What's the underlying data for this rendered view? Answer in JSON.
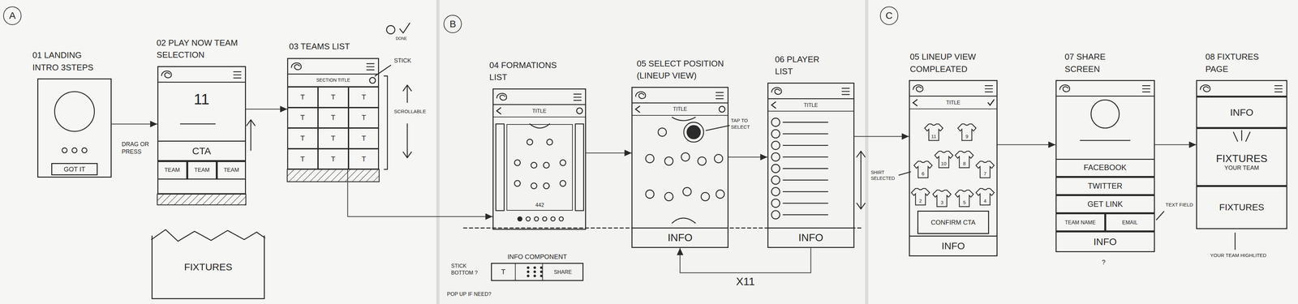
{
  "diagram": {
    "nodes": [
      {
        "text": [
          "01 LANDING INTRO 3STEPS"
        ]
      },
      {
        "text": [
          "GOT IT"
        ],
        "in": 0
      },
      {
        "text": [
          "02 PLAY NOW TEAM SELECTION",
          "11"
        ]
      },
      {
        "text": [
          "CTA"
        ],
        "in": 2
      },
      {
        "text": [
          "TEAM"
        ],
        "in": 2
      },
      {
        "text": [
          "TEAM"
        ],
        "in": 2
      },
      {
        "text": [
          "TEAM"
        ],
        "in": 2
      },
      {
        "text": [
          "03 TEAMS LIST"
        ]
      },
      {
        "text": [
          "SECTION TITLE"
        ],
        "in": 7
      },
      {
        "text": [
          "T"
        ],
        "in": 7
      },
      {
        "text": [
          "T"
        ],
        "in": 7
      },
      {
        "text": [
          "T"
        ],
        "in": 7
      },
      {
        "text": [
          "T"
        ],
        "in": 7
      },
      {
        "text": [
          "T"
        ],
        "in": 7
      },
      {
        "text": [
          "T"
        ],
        "in": 7
      },
      {
        "text": [
          "T"
        ],
        "in": 7
      },
      {
        "text": [
          "T"
        ],
        "in": 7
      },
      {
        "text": [
          "T"
        ],
        "in": 7
      },
      {
        "text": [
          "T"
        ],
        "in": 7
      },
      {
        "text": [
          "T"
        ],
        "in": 7
      },
      {
        "text": [
          "T"
        ],
        "in": 7
      },
      {
        "text": [
          "FIXTURES"
        ]
      },
      {
        "text": [
          "04 FORMATIONS LIST"
        ]
      },
      {
        "text": [
          "TITLE"
        ],
        "in": 22
      },
      {
        "text": [
          "442"
        ],
        "in": 22
      },
      {
        "text": [
          "05 SELECT POSITION (LINEUP VIEW)"
        ]
      },
      {
        "text": [
          "TITLE"
        ],
        "in": 25
      },
      {
        "text": [
          "INFO"
        ],
        "in": 25
      },
      {
        "text": [
          "06 PLAYER LIST"
        ]
      },
      {
        "text": [
          "TITLE"
        ],
        "in": 28
      },
      {
        "text": [
          "INFO"
        ],
        "in": 28
      },
      {
        "text": [
          "INFO COMPONENT"
        ]
      },
      {
        "text": [
          "T"
        ],
        "in": 31
      },
      {
        "text": [
          "SHARE"
        ],
        "in": 31
      },
      {
        "text": [
          "05 LINEUP VIEW COMPLEATED"
        ]
      },
      {
        "text": [
          "TITLE"
        ],
        "in": 34
      },
      {
        "text": [
          "11"
        ],
        "in": 34
      },
      {
        "text": [
          "9"
        ],
        "in": 34
      },
      {
        "text": [
          "6"
        ],
        "in": 34
      },
      {
        "text": [
          "10"
        ],
        "in": 34
      },
      {
        "text": [
          "8"
        ],
        "in": 34
      },
      {
        "text": [
          "7"
        ],
        "in": 34
      },
      {
        "text": [
          "2"
        ],
        "in": 34
      },
      {
        "text": [
          "3"
        ],
        "in": 34
      },
      {
        "text": [
          "5"
        ],
        "in": 34
      },
      {
        "text": [
          "4"
        ],
        "in": 34
      },
      {
        "text": [
          "CONFIRM CTA"
        ],
        "in": 34
      },
      {
        "text": [
          "INFO"
        ],
        "in": 34
      },
      {
        "text": [
          "07 SHARE SCREEN"
        ]
      },
      {
        "text": [
          "FACEBOOK"
        ],
        "in": 48
      },
      {
        "text": [
          "TWITTER"
        ],
        "in": 48
      },
      {
        "text": [
          "GET LINK"
        ],
        "in": 48
      },
      {
        "text": [
          "TEAM NAME"
        ],
        "in": 48
      },
      {
        "text": [
          "EMAIL"
        ],
        "in": 48
      },
      {
        "text": [
          "INFO"
        ],
        "in": 48
      },
      {
        "text": [
          "08 FIXTURES PAGE"
        ]
      },
      {
        "text": [
          "INFO"
        ],
        "in": 55
      },
      {
        "text": [
          "FIXTURES",
          "YOUR TEAM"
        ],
        "in": 55
      },
      {
        "text": [
          "FIXTURES"
        ],
        "in": 55
      }
    ],
    "edges": [
      {
        "from": 0,
        "to": 2,
        "arrow": "to"
      },
      {
        "from": 2,
        "to": 7,
        "arrow": "to"
      },
      {
        "from": 7,
        "to": 22,
        "arrow": "to"
      },
      {
        "from": 22,
        "to": 25,
        "arrow": "to"
      },
      {
        "from": 25,
        "to": 28,
        "arrow": "to"
      },
      {
        "from": 28,
        "to": 34,
        "arrow": "to"
      },
      {
        "from": 34,
        "to": 48,
        "arrow": "to"
      },
      {
        "from": 48,
        "to": 55,
        "arrow": "to"
      },
      {
        "from": 30,
        "to": 27,
        "label": "X11",
        "arrow": "to"
      }
    ],
    "labels": [
      "A",
      "DRAG OR PRESS",
      "DONE",
      "STICK",
      "SCROLLABLE",
      "B",
      "TAP TO SELECT",
      "STICK BOTTOM ?",
      "POP UP IF NEED?",
      "C",
      "SHIRT SELECTED",
      "TEXT FIELD",
      "?",
      "YOUR TEAM HIGHLITED"
    ]
  }
}
